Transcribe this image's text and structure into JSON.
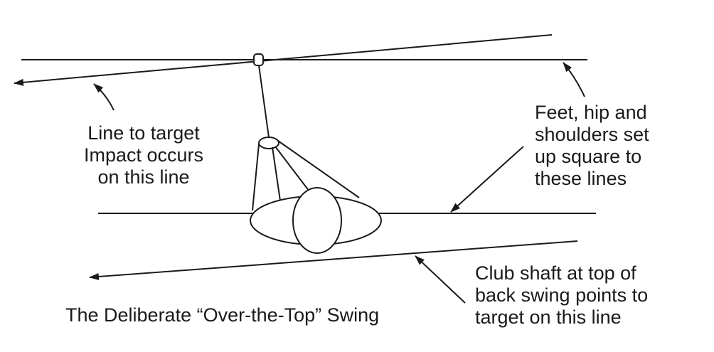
{
  "labels": {
    "line_to_target": [
      "Line to target",
      "Impact occurs",
      "on this line"
    ],
    "feet_hip_shoulders": [
      "Feet, hip and",
      "shoulders set",
      "up square to",
      "these lines"
    ],
    "club_shaft": [
      "Club shaft at top of",
      "back swing points to",
      "target on this line"
    ]
  },
  "title": "The Deliberate “Over-the-Top” Swing",
  "colors": {
    "ink": "#1a1a1a",
    "background": "#ffffff"
  }
}
